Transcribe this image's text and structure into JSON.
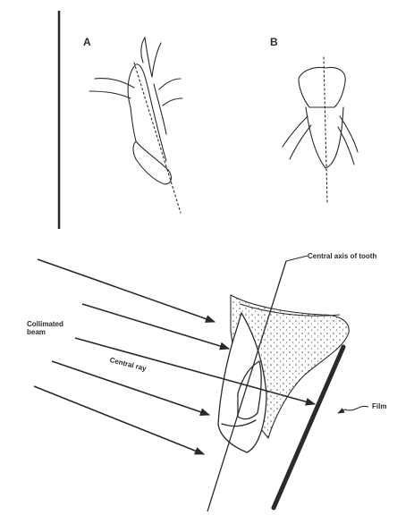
{
  "panels": {
    "a_label": "A",
    "b_label": "B"
  },
  "annotations": {
    "central_axis": "Central axis of tooth",
    "collimated_beam_line1": "Collimated",
    "collimated_beam_line2": "beam",
    "central_ray": "Central ray",
    "film": "Film"
  },
  "colors": {
    "ink": "#2a2a2a",
    "background": "#ffffff"
  }
}
